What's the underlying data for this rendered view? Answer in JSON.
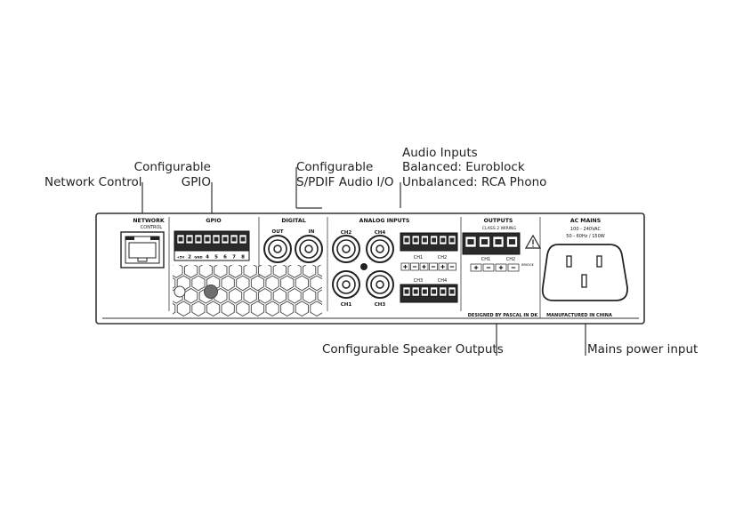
{
  "callouts": {
    "network_control": "Network Control",
    "gpio_line1": "Configurable",
    "gpio_line2": "GPIO",
    "spdif_line1": "Configurable",
    "spdif_line2": "S/PDIF Audio I/O",
    "audio_inputs_line1": "Audio Inputs",
    "audio_inputs_line2": "Balanced: Euroblock",
    "audio_inputs_line3": "Unbalanced: RCA Phono",
    "speaker_outputs": "Configurable Speaker Outputs",
    "mains_power": "Mains power input"
  },
  "panel": {
    "network_line1": "NETWORK",
    "network_line2": "CONTROL",
    "gpio": "GPIO",
    "gpio_pins": [
      "+5V",
      "2",
      "GND",
      "4",
      "5",
      "6",
      "7",
      "8"
    ],
    "digital": "DIGITAL",
    "digital_out": "OUT",
    "digital_in": "IN",
    "analog_inputs": "ANALOG INPUTS",
    "ch1": "CH1",
    "ch2": "CH2",
    "ch3": "CH3",
    "ch4": "CH4",
    "outputs": "OUTPUTS",
    "class2_wiring": "CLASS 2 WIRING",
    "bridge_label": "BRIDGE",
    "ac_mains": "AC MAINS",
    "ac_spec1": "100 - 240VAC",
    "ac_spec2": "50 - 60Hz / 150W",
    "designed_by": "DESIGNED BY PASCAL IN DK",
    "manufactured_in": "MANUFACTURED IN CHINA"
  }
}
